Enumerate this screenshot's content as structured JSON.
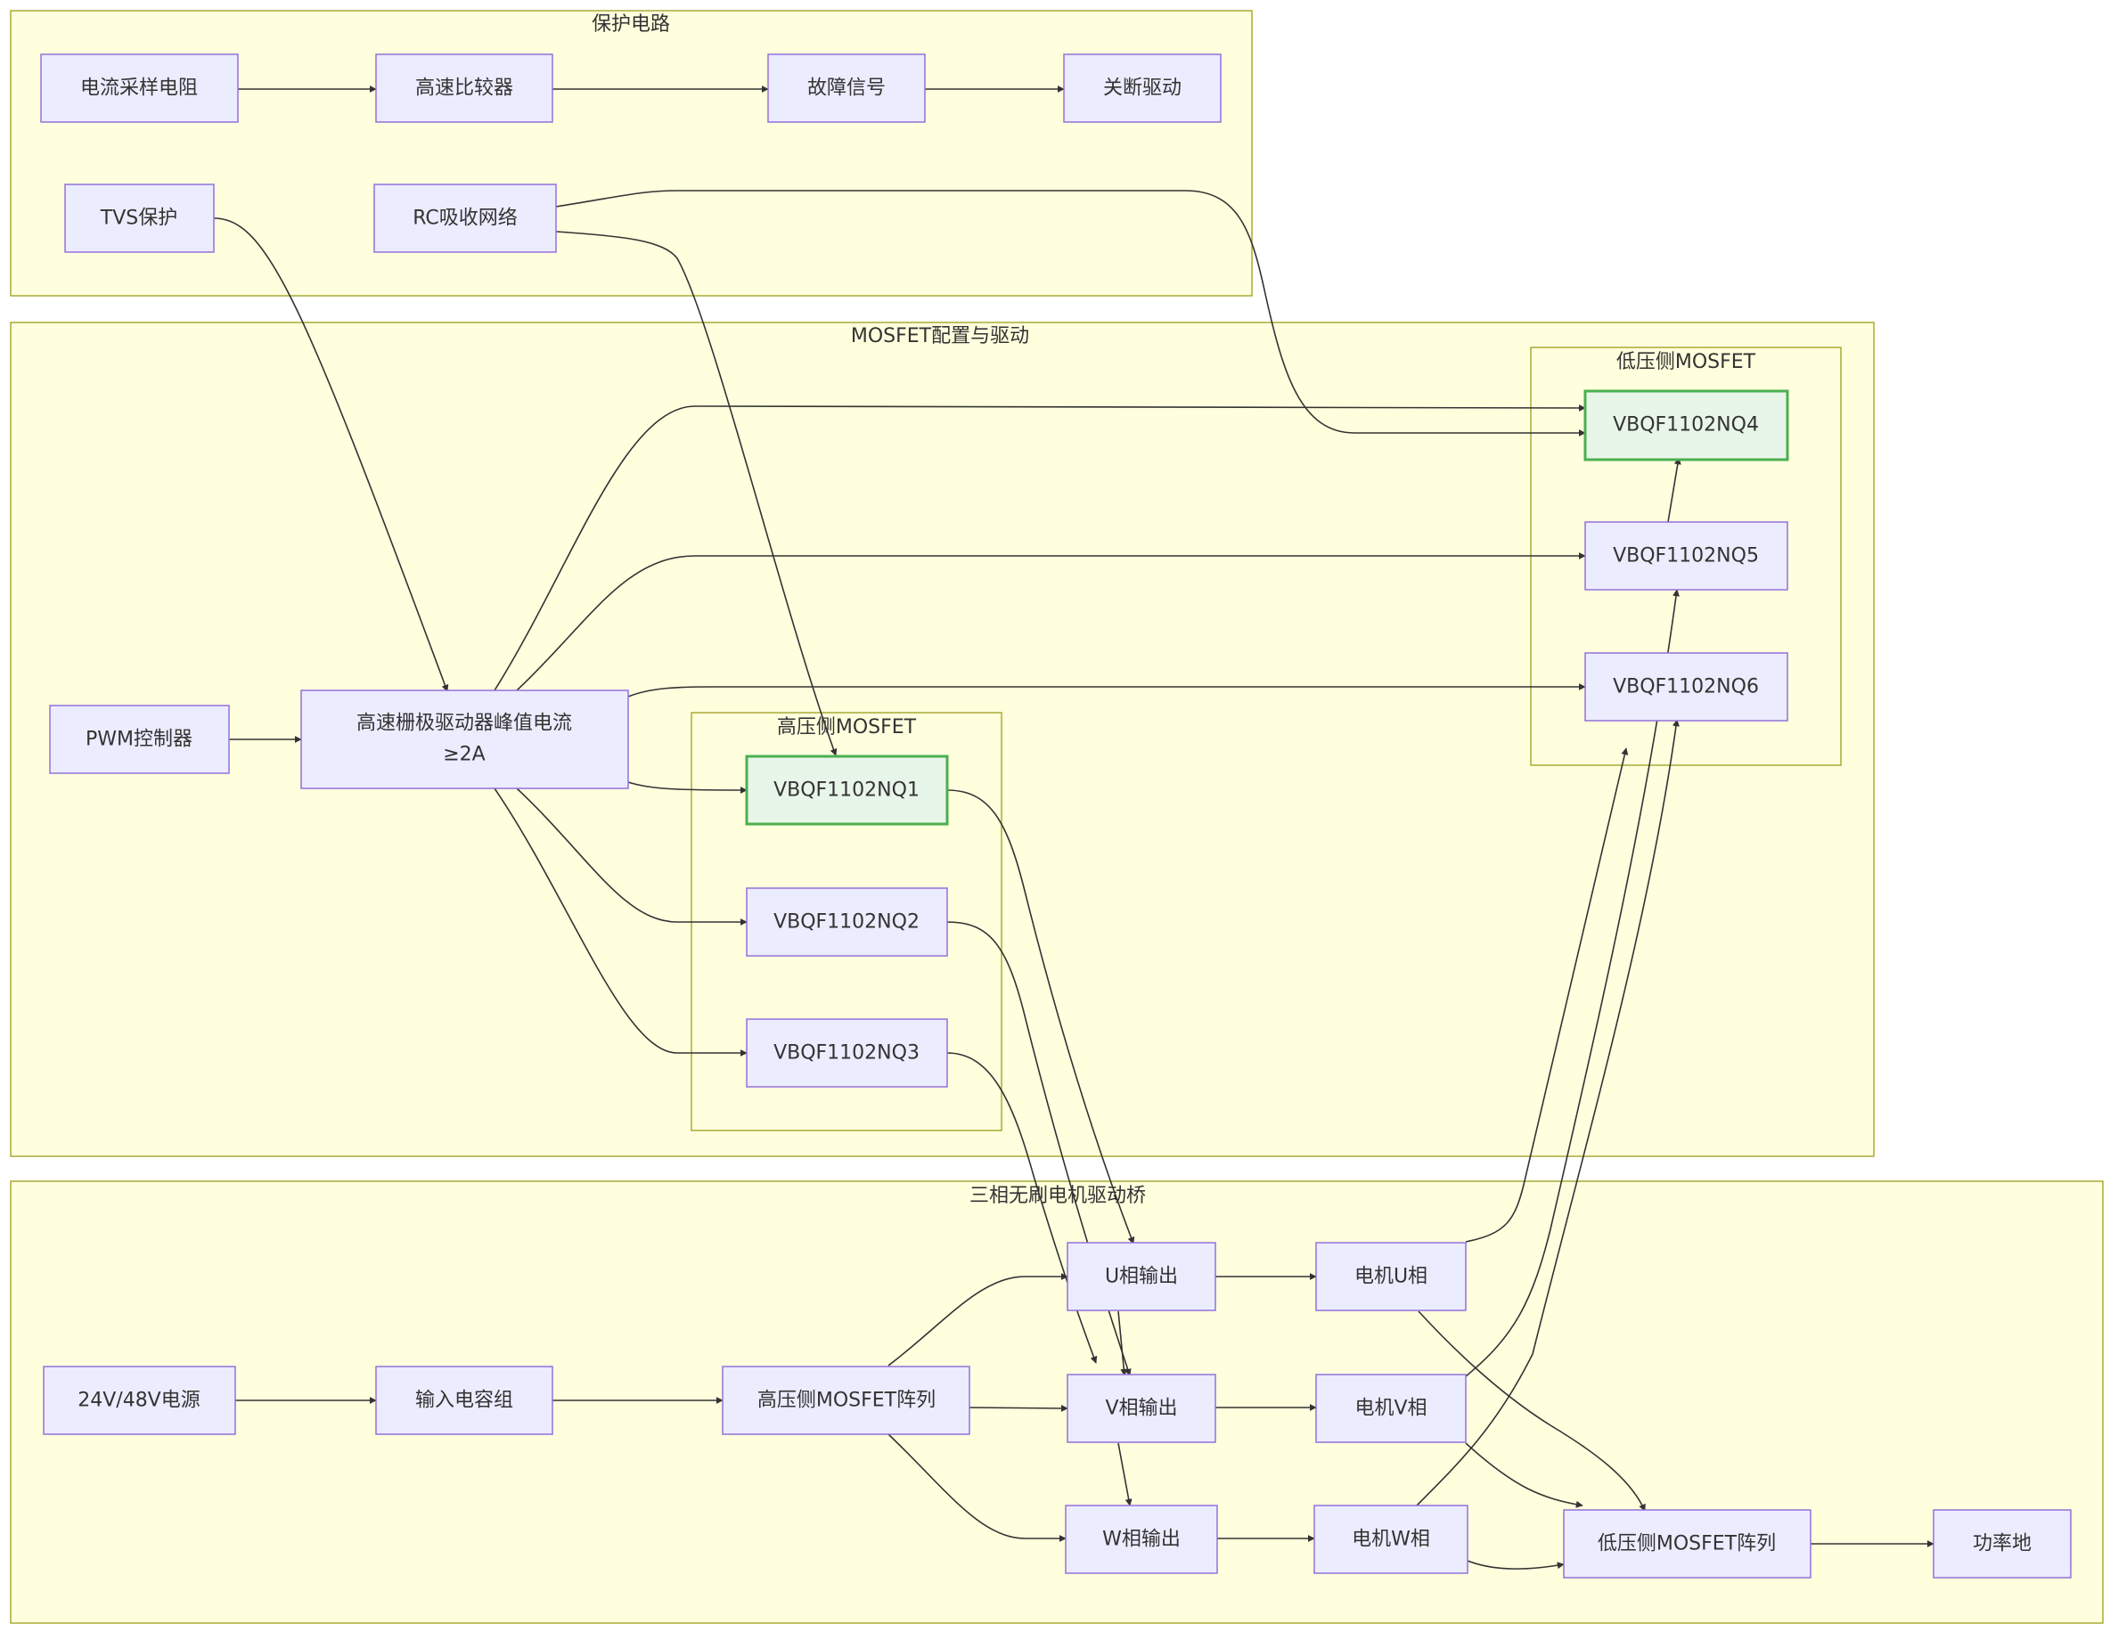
{
  "clusters": {
    "protect": {
      "title": "保护电路"
    },
    "mosfet": {
      "title": "MOSFET配置与驱动"
    },
    "low_side": {
      "title": "低压侧MOSFET"
    },
    "high_side": {
      "title": "高压侧MOSFET"
    },
    "bridge": {
      "title": "三相无刷电机驱动桥"
    }
  },
  "nodes": {
    "shunt": "电流采样电阻",
    "comparator": "高速比较器",
    "fault": "故障信号",
    "shutdown": "关断驱动",
    "tvs": "TVS保护",
    "rc": "RC吸收网络",
    "pwm": "PWM控制器",
    "gate_driver_l1": "高速栅极驱动器峰值电流",
    "gate_driver_l2": "≥2A",
    "q1": "VBQF1102NQ1",
    "q2": "VBQF1102NQ2",
    "q3": "VBQF1102NQ3",
    "q4": "VBQF1102NQ4",
    "q5": "VBQF1102NQ5",
    "q6": "VBQF1102NQ6",
    "power": "24V/48V电源",
    "caps": "输入电容组",
    "hs_array": "高压侧MOSFET阵列",
    "u_out": "U相输出",
    "v_out": "V相输出",
    "w_out": "W相输出",
    "motor_u": "电机U相",
    "motor_v": "电机V相",
    "motor_w": "电机W相",
    "ls_array": "低压侧MOSFET阵列",
    "gnd": "功率地"
  },
  "colors": {
    "cluster_fill": "#ffffde",
    "cluster_stroke": "#aaaa33",
    "node_fill": "#ececff",
    "node_stroke": "#9370db",
    "highlight_fill": "#e8f5e9",
    "highlight_stroke": "#4caf50",
    "edge": "#333333"
  }
}
